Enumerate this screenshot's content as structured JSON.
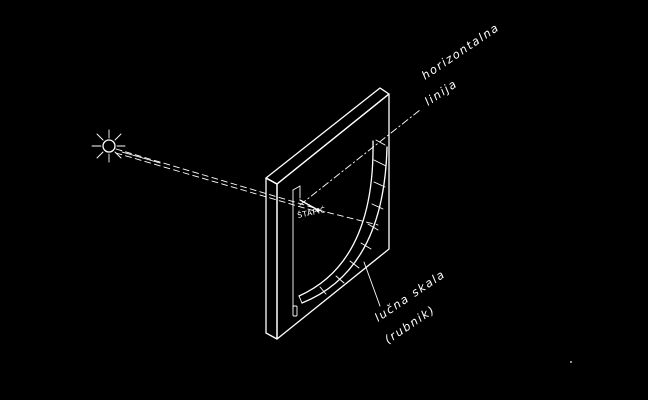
{
  "labels": {
    "horizon_line1": "horizontalna",
    "horizon_line2": "linija",
    "gnomon": "ŠTAPIĆ",
    "scale_line1": "lučna skala",
    "scale_line2": "(rubnik)"
  },
  "colors": {
    "background": "#000000",
    "ink": "#ffffff"
  },
  "icons": {
    "sun": "sun-icon"
  }
}
